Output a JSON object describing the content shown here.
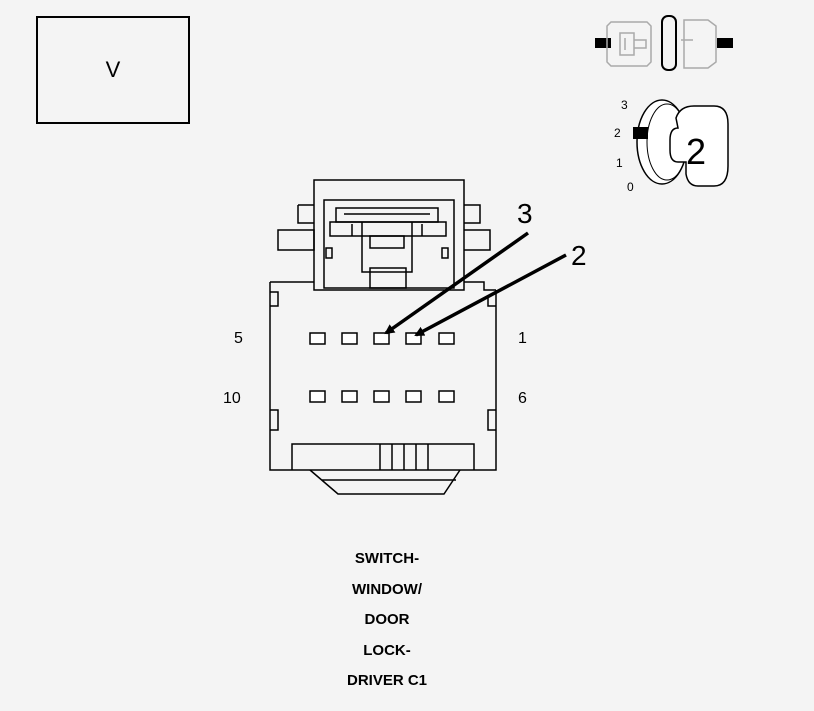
{
  "meter": {
    "mode_label": "V"
  },
  "ignition": {
    "positions": [
      "3",
      "2",
      "1",
      "0"
    ],
    "selected_label": "2"
  },
  "connector": {
    "pin_labels": {
      "top_left": "5",
      "top_right": "1",
      "bottom_left": "10",
      "bottom_right": "6"
    },
    "probes": [
      "3",
      "2"
    ],
    "caption_lines": [
      "SWITCH-",
      "WINDOW/",
      "DOOR",
      "LOCK-",
      "DRIVER C1"
    ]
  }
}
